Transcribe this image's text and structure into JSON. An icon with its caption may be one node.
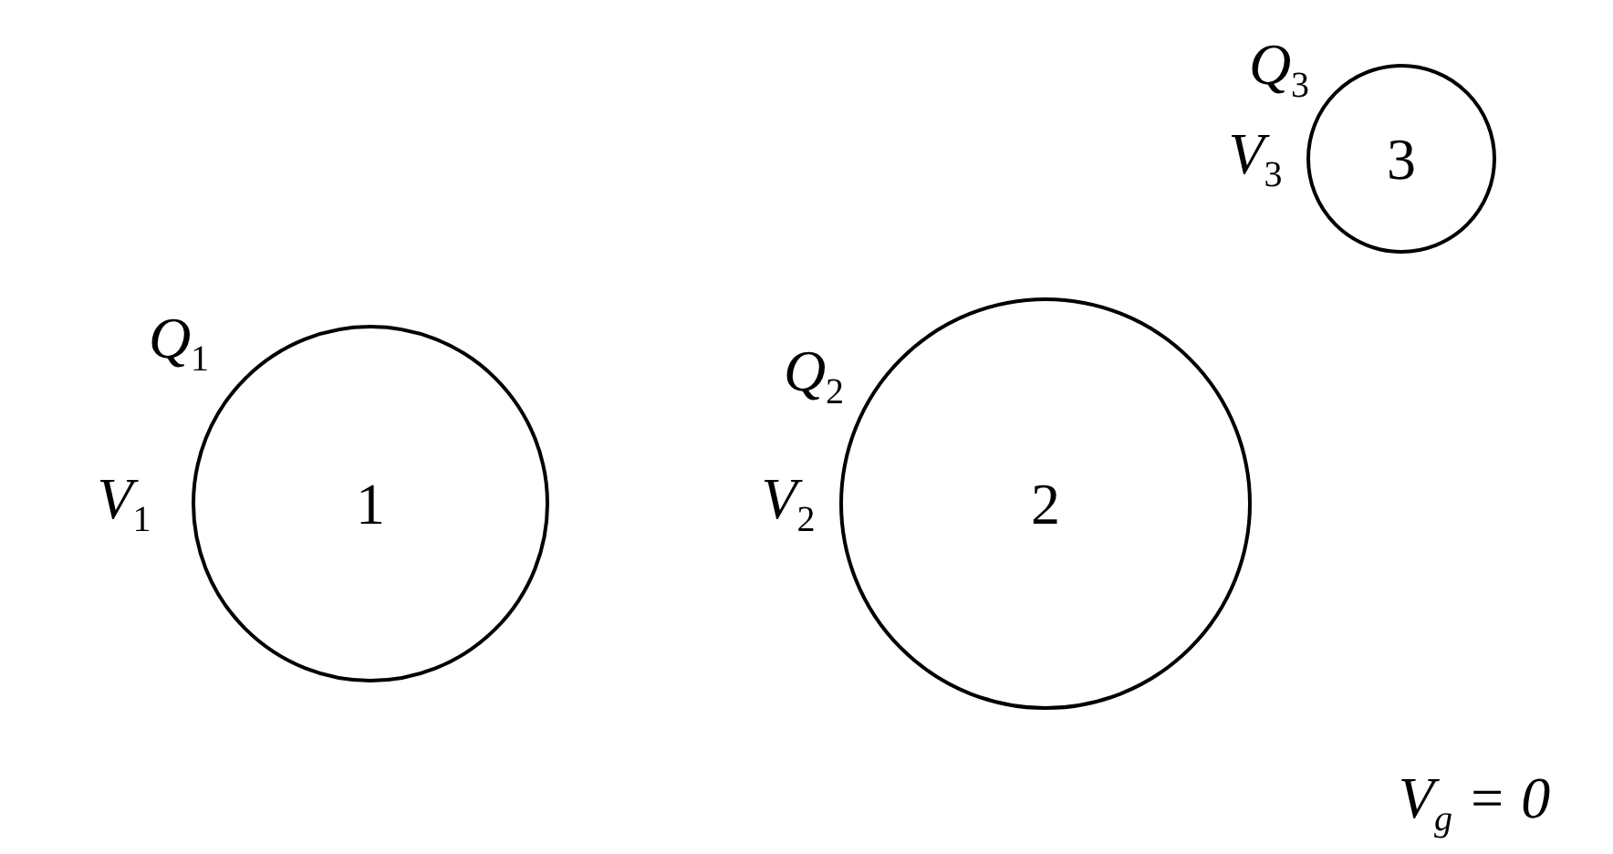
{
  "diagram": {
    "nodes": [
      {
        "text": [
          "1"
        ],
        "beside": [
          "Q$_{1}$",
          "V$_{1}$"
        ]
      },
      {
        "text": [
          "2"
        ],
        "beside": [
          "Q$_{2}$",
          "V$_{2}$"
        ]
      },
      {
        "text": [
          "3"
        ],
        "beside": [
          "Q$_{3}$",
          "V$_{3}$"
        ]
      }
    ],
    "labels": [
      "V$_{g}$ = 0"
    ]
  }
}
